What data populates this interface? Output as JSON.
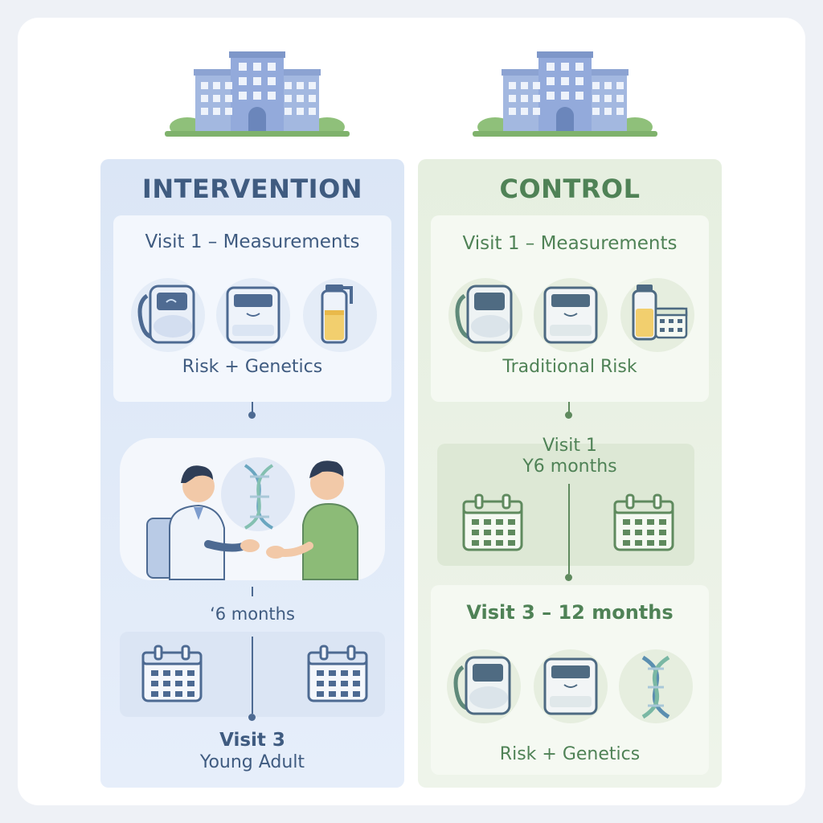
{
  "intervention": {
    "title": "INTERVENTION",
    "visit1_title": "Visit 1 – Measurements",
    "visit1_caption": "Risk + Genetics",
    "interval_label": "ʻ6 months",
    "visit3_title": "Visit 3",
    "visit3_subtitle": "Young Adult"
  },
  "control": {
    "title": "CONTROL",
    "visit1_title": "Visit 1 – Measurements",
    "visit1_caption": "Traditional Risk",
    "interval_title": "Visit 1",
    "interval_subtitle": "Y6 months",
    "visit3_title": "Visit 3 – 12 months",
    "visit3_caption": "Risk + Genetics"
  },
  "colors": {
    "intervention_accent": "#3f5b80",
    "control_accent": "#4f8256",
    "building": "#8fa8d6",
    "shrub": "#7fb26c"
  },
  "icons": [
    "hospital-icon",
    "blood-pressure-cuff-icon",
    "scale-icon",
    "sample-bottle-icon",
    "dna-icon",
    "calendar-icon",
    "doctor-icon",
    "patient-icon"
  ]
}
